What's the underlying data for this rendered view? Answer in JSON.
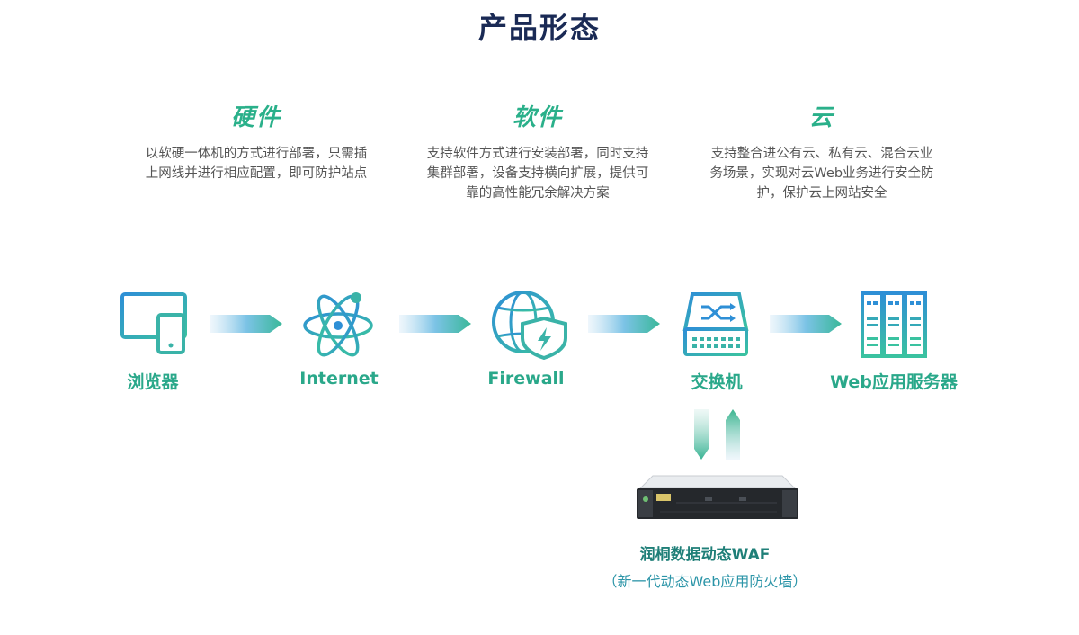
{
  "title": "产品形态",
  "forms": [
    {
      "heading": "硬件",
      "desc": "以软硬一体机的方式进行部署，只需插上网线并进行相应配置，即可防护站点"
    },
    {
      "heading": "软件",
      "desc": "支持软件方式进行安装部署，同时支持集群部署，设备支持横向扩展，提供可靠的高性能冗余解决方案"
    },
    {
      "heading": "云",
      "desc": "支持整合进公有云、私有云、混合云业务场景，实现对云Web业务进行安全防护，保护云上网站安全"
    }
  ],
  "flow": [
    {
      "label": "浏览器",
      "icon": "browser-devices-icon"
    },
    {
      "label": "Internet",
      "icon": "atom-icon"
    },
    {
      "label": "Firewall",
      "icon": "globe-shield-icon"
    },
    {
      "label": "交换机",
      "icon": "network-switch-icon"
    },
    {
      "label": "Web应用服务器",
      "icon": "server-rack-icon"
    }
  ],
  "waf": {
    "name": "润桐数据动态WAF",
    "subtitle": "（新一代动态Web应用防火墙）"
  },
  "colors": {
    "title": "#1a2a55",
    "heading": "#2ab08a",
    "icon_blue": "#2e8fd6",
    "icon_green": "#3ac2a0",
    "waf_name": "#1f7f78",
    "waf_sub": "#2c95a8"
  }
}
